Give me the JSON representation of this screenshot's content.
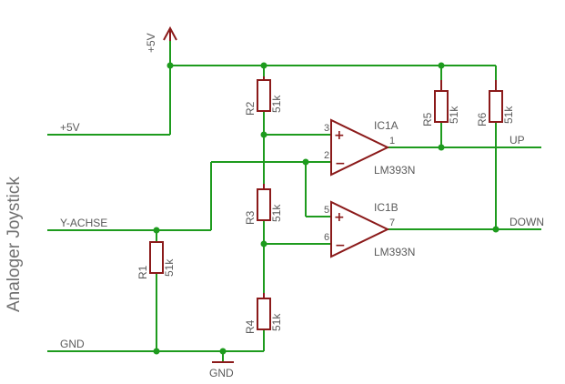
{
  "title": "Analoger Joystick",
  "supply": {
    "top_label": "+5V",
    "rail_label": "+5V"
  },
  "nets": {
    "input": "Y-ACHSE",
    "ground": "GND",
    "ground_symbol": "GND",
    "out_up": "UP",
    "out_down": "DOWN"
  },
  "resistors": [
    {
      "ref": "R1",
      "value": "51k"
    },
    {
      "ref": "R2",
      "value": "51k"
    },
    {
      "ref": "R3",
      "value": "51k"
    },
    {
      "ref": "R4",
      "value": "51k"
    },
    {
      "ref": "R5",
      "value": "51k"
    },
    {
      "ref": "R6",
      "value": "51k"
    }
  ],
  "comparators": [
    {
      "ref": "IC1A",
      "part": "LM393N",
      "pin_plus": "3",
      "pin_minus": "2",
      "pin_out": "1"
    },
    {
      "ref": "IC1B",
      "part": "LM393N",
      "pin_plus": "5",
      "pin_minus": "6",
      "pin_out": "7"
    }
  ],
  "symbols": {
    "plus": "+",
    "minus": "−"
  }
}
